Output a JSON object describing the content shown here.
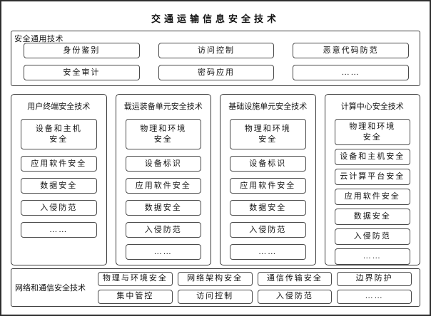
{
  "title": "交通运输信息安全技术",
  "general": {
    "label": "安全通用技术",
    "row1": [
      "身份鉴别",
      "访问控制",
      "恶意代码防范"
    ],
    "row2": [
      "安全审计",
      "密码应用",
      "……"
    ]
  },
  "columns": [
    {
      "title": "用户终端安全技术",
      "items": [
        "设备和主机\n安全",
        "应用软件安全",
        "数据安全",
        "入侵防范",
        "……"
      ]
    },
    {
      "title": "载运装备单元安全技术",
      "items": [
        "物理和环境\n安全",
        "设备标识",
        "应用软件安全",
        "数据安全",
        "入侵防范",
        "……"
      ]
    },
    {
      "title": "基础设施单元安全技术",
      "items": [
        "物理和环境\n安全",
        "设备标识",
        "应用软件安全",
        "数据安全",
        "入侵防范",
        "……"
      ]
    },
    {
      "title": "计算中心安全技术",
      "items": [
        "物理和环境\n安全",
        "设备和主机安全",
        "云计算平台安全",
        "应用软件安全",
        "数据安全",
        "入侵防范",
        "……"
      ]
    }
  ],
  "network": {
    "label": "网络和通信安全技术",
    "row1": [
      "物理与环境安全",
      "网络架构安全",
      "通信传输安全",
      "边界防护"
    ],
    "row2": [
      "集中管控",
      "访问控制",
      "入侵防范",
      "……"
    ]
  }
}
